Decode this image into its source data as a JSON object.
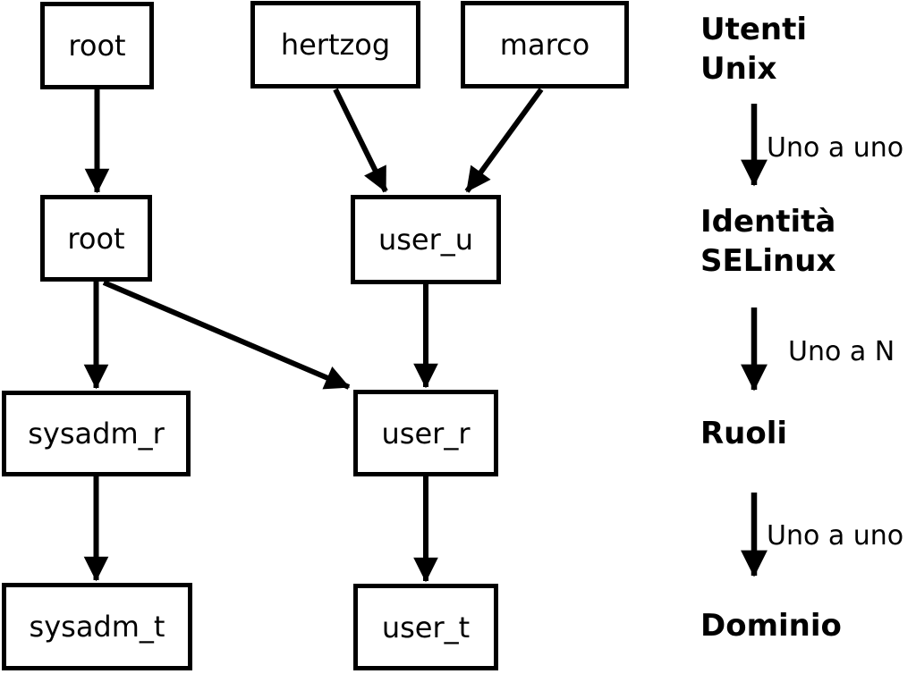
{
  "colors": {
    "background": "#ffffff",
    "stroke": "#000000",
    "text": "#000000"
  },
  "nodes": {
    "root_unix": {
      "label": "root"
    },
    "hertzog": {
      "label": "hertzog"
    },
    "marco": {
      "label": "marco"
    },
    "root_selinux": {
      "label": "root"
    },
    "user_u": {
      "label": "user_u"
    },
    "sysadm_r": {
      "label": "sysadm_r"
    },
    "user_r": {
      "label": "user_r"
    },
    "sysadm_t": {
      "label": "sysadm_t"
    },
    "user_t": {
      "label": "user_t"
    }
  },
  "edges": [
    {
      "from": "root (utente Unix)",
      "to": "root (identità SELinux)"
    },
    {
      "from": "hertzog",
      "to": "user_u"
    },
    {
      "from": "marco",
      "to": "user_u"
    },
    {
      "from": "root (identità SELinux)",
      "to": "sysadm_r"
    },
    {
      "from": "root (identità SELinux)",
      "to": "user_r"
    },
    {
      "from": "user_u",
      "to": "user_r"
    },
    {
      "from": "sysadm_r",
      "to": "sysadm_t"
    },
    {
      "from": "user_r",
      "to": "user_t"
    }
  ],
  "legend": {
    "level1": {
      "line1": "Utenti",
      "line2": "Unix"
    },
    "relation1": "Uno a uno",
    "level2": {
      "line1": "Identità",
      "line2": "SELinux"
    },
    "relation2": "Uno a N",
    "level3": "Ruoli",
    "relation3": "Uno a uno",
    "level4": "Dominio"
  }
}
